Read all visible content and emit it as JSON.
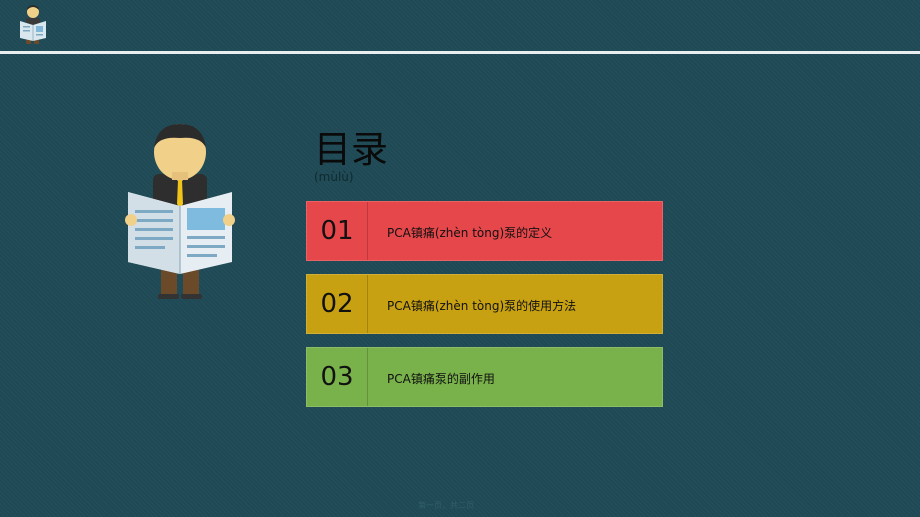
{
  "slide": {
    "title": "目录",
    "title_pinyin": "(mùlù)",
    "footer": "第一页，共二页"
  },
  "toc": [
    {
      "number": "01",
      "label": "PCA镇痛(zhèn tòng)泵的定义",
      "color": "#e5474b"
    },
    {
      "number": "02",
      "label": "PCA镇痛(zhèn tòng)泵的使用方法",
      "color": "#c7a112"
    },
    {
      "number": "03",
      "label": "PCA镇痛泵的副作用",
      "color": "#79b14a"
    }
  ],
  "icons": [
    "reading-man-logo-icon",
    "reading-man-illustration-icon"
  ]
}
